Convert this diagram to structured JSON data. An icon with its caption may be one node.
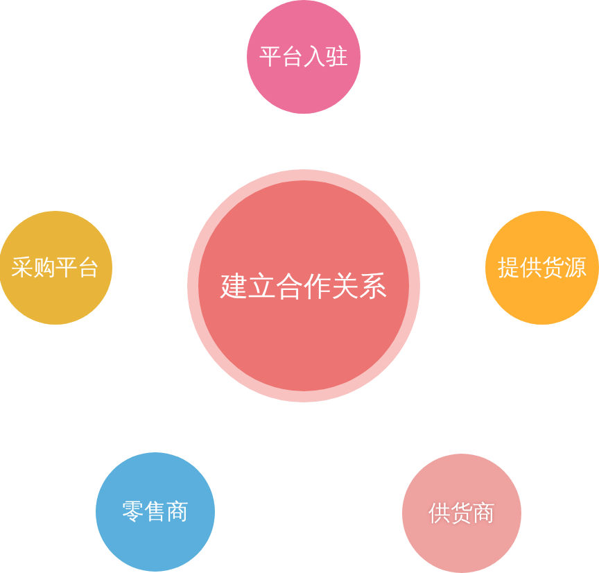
{
  "diagram": {
    "nodes": [
      {
        "text": [
          "平台入驻"
        ]
      },
      {
        "text": [
          "采购平台"
        ]
      },
      {
        "text": [
          "建立合作关系"
        ]
      },
      {
        "text": [
          "提供货源"
        ]
      },
      {
        "text": [
          "零售商"
        ]
      },
      {
        "text": [
          "供货商"
        ]
      }
    ]
  }
}
